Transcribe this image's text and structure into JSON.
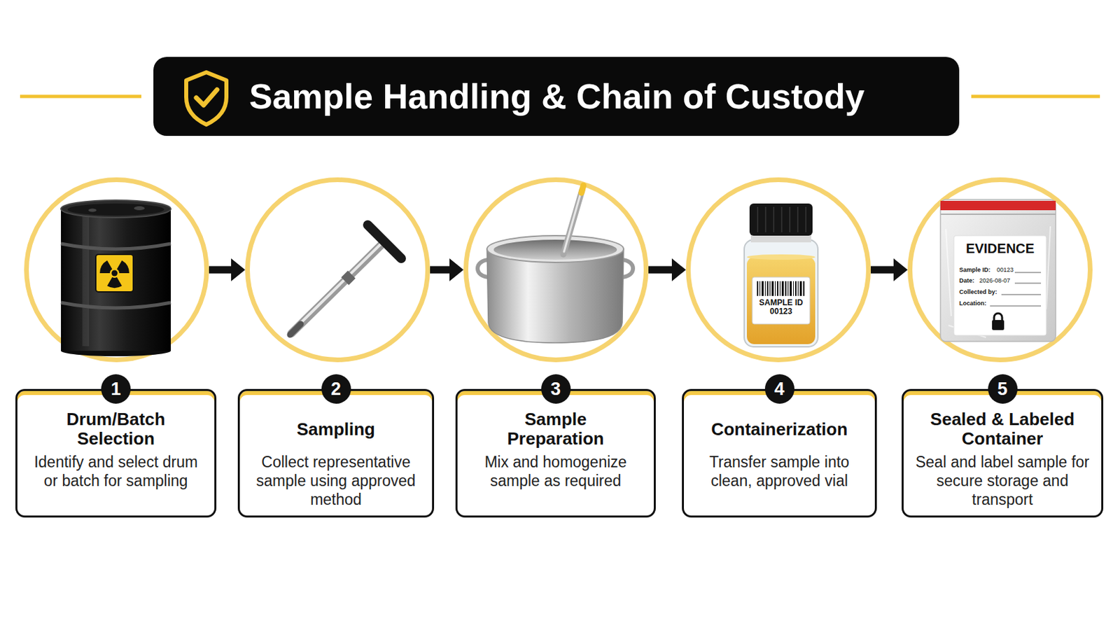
{
  "diagram": {
    "title": "Sample Handling & Chain of Custody",
    "nodes": [
      {
        "text": []
      },
      {
        "text": []
      },
      {
        "text": []
      },
      {
        "text": [
          "SAMPLE ID 00123"
        ]
      },
      {
        "text": [
          "EVIDENCE",
          "Sample ID:",
          "00123",
          "Date:",
          "2026-08-07",
          "Collected by:",
          "Location:"
        ]
      },
      {
        "text": [
          "Drum/Batch Selection",
          "Identify and select drum or batch for sampling"
        ]
      },
      {
        "text": [
          "1"
        ],
        "in": 5
      },
      {
        "text": [
          "Sampling",
          "Collect representative sample using approved method"
        ]
      },
      {
        "text": [
          "2"
        ],
        "in": 7
      },
      {
        "text": [
          "Sample Preparation",
          "Mix and homogenize sample as required"
        ]
      },
      {
        "text": [
          "3"
        ],
        "in": 9
      },
      {
        "text": [
          "Containerization",
          "Transfer sample into clean, approved vial"
        ]
      },
      {
        "text": [
          "4"
        ],
        "in": 11
      },
      {
        "text": [
          "Sealed & Labeled Container",
          "Seal and label sample for secure storage and transport"
        ]
      },
      {
        "text": [
          "5"
        ],
        "in": 13
      }
    ],
    "edges": [
      {
        "from": 0,
        "to": 1,
        "arrow": "to"
      },
      {
        "from": 1,
        "to": 2,
        "arrow": "to"
      },
      {
        "from": 2,
        "to": 3,
        "arrow": "to"
      },
      {
        "from": 3,
        "to": 4,
        "arrow": "to"
      }
    ]
  }
}
